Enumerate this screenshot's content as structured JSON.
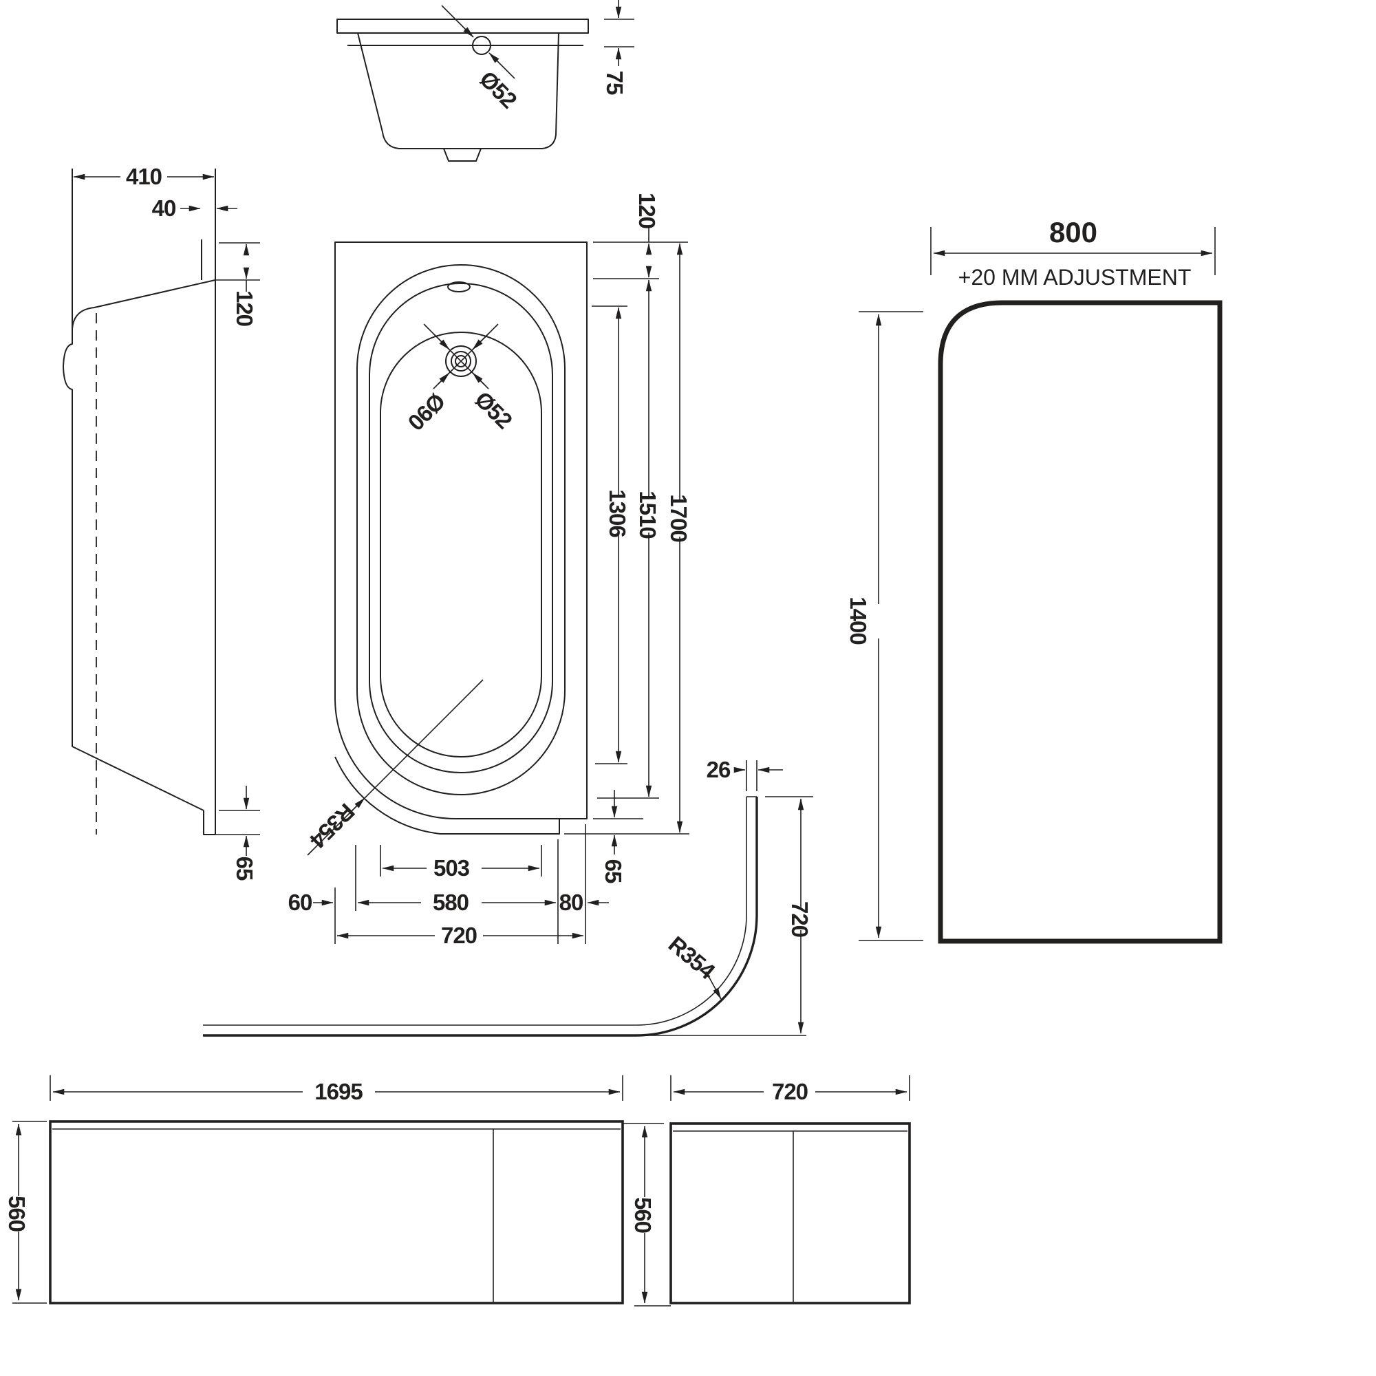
{
  "colors": {
    "ink": "#221f1f",
    "background": "#ffffff"
  },
  "drawing": {
    "end_view": {
      "overflow_diameter": "Ø52",
      "rim_height": "75"
    },
    "side_view": {
      "width": "410",
      "rim_overhang": "40",
      "rim_drop": "120",
      "foot_height": "65"
    },
    "plan_view": {
      "head_rim": "120",
      "overall_length": "1700",
      "inner_length": "1510",
      "well_length": "1306",
      "waste_outer_diameter": "Ø90",
      "waste_inner_diameter": "Ø52",
      "corner_radius": "R354",
      "well_width": "503",
      "edge_left": "60",
      "inner_width": "580",
      "edge_right": "80",
      "overall_width": "720",
      "foot_rim": "65"
    },
    "screen": {
      "width": "800",
      "adjustment_note": "+20 MM ADJUSTMENT",
      "height": "1400"
    },
    "curved_panel": {
      "thickness": "26",
      "height": "720",
      "radius": "R354"
    },
    "front_panel": {
      "length": "1695",
      "height": "560"
    },
    "end_panel": {
      "width": "720",
      "height": "560"
    }
  }
}
